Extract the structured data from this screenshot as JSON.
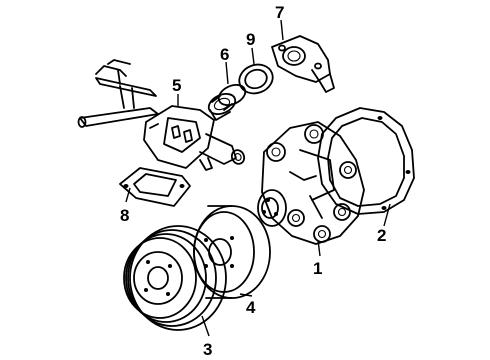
{
  "callouts": {
    "c1": "1",
    "c2": "2",
    "c3": "3",
    "c4": "4",
    "c5": "5",
    "c6": "6",
    "c7": "7",
    "c8": "8",
    "c9": "9"
  },
  "parts": [
    {
      "id": "1",
      "depicts": "water-pump"
    },
    {
      "id": "2",
      "depicts": "pump-gasket"
    },
    {
      "id": "3",
      "depicts": "fan-pulley"
    },
    {
      "id": "4",
      "depicts": "pump-pulley"
    },
    {
      "id": "5",
      "depicts": "water-outlet-pipe-assembly"
    },
    {
      "id": "6",
      "depicts": "thermostat"
    },
    {
      "id": "7",
      "depicts": "thermostat-housing"
    },
    {
      "id": "8",
      "depicts": "outlet-gasket"
    },
    {
      "id": "9",
      "depicts": "housing-gasket"
    }
  ]
}
